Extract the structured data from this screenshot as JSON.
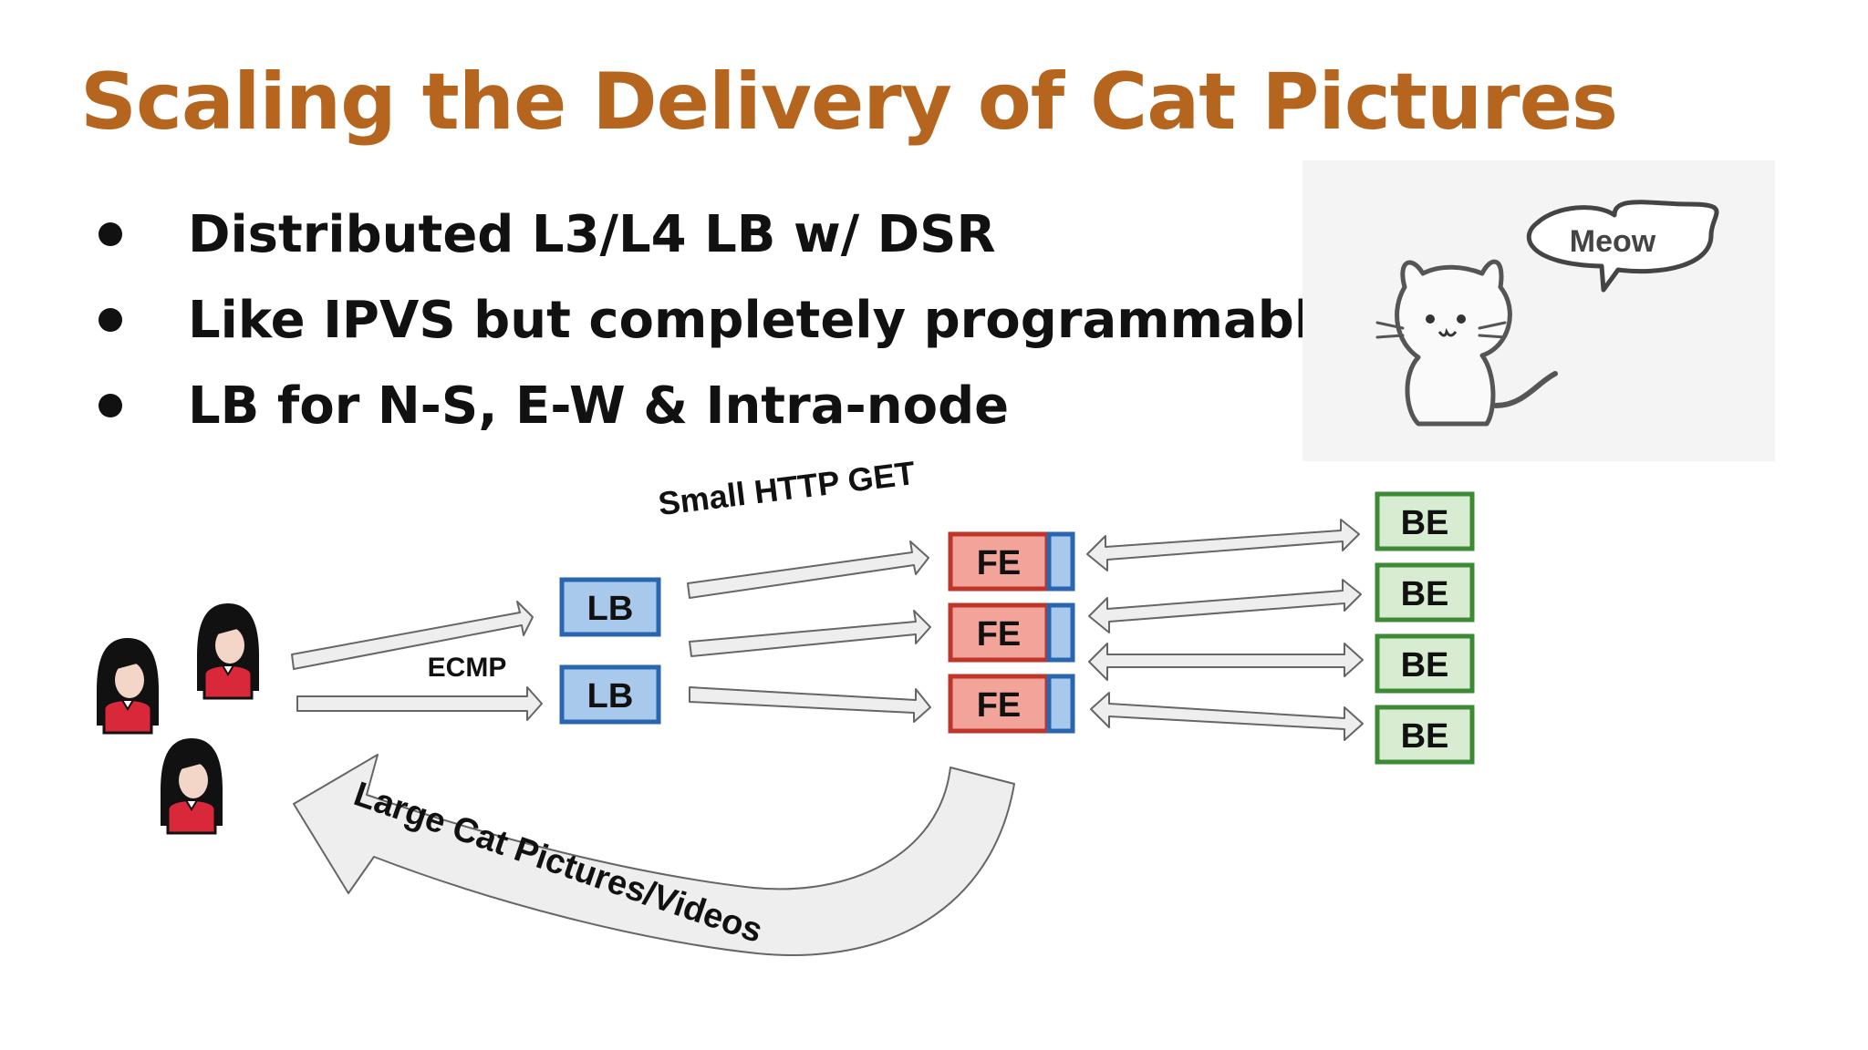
{
  "title": "Scaling the Delivery of Cat Pictures",
  "bullets": [
    "Distributed L3/L4 LB w/ DSR",
    "Like IPVS but completely programmable",
    "LB for N-S, E-W & Intra-node"
  ],
  "speech_bubble": "Meow",
  "diagram": {
    "ecmp_label": "ECMP",
    "request_label": "Small HTTP GET",
    "response_label": "Large Cat Pictures/Videos",
    "lb_nodes": [
      "LB",
      "LB"
    ],
    "fe_nodes": [
      "FE",
      "FE",
      "FE"
    ],
    "be_nodes": [
      "BE",
      "BE",
      "BE",
      "BE"
    ]
  },
  "colors": {
    "title": "#b5651d",
    "lb_fill": "#a8c8ec",
    "lb_stroke": "#2a66b0",
    "fe_fill": "#f2a39a",
    "fe_stroke": "#c0352a",
    "be_fill": "#d7ecd0",
    "be_stroke": "#3c8a35",
    "user_shirt": "#d8283a"
  }
}
